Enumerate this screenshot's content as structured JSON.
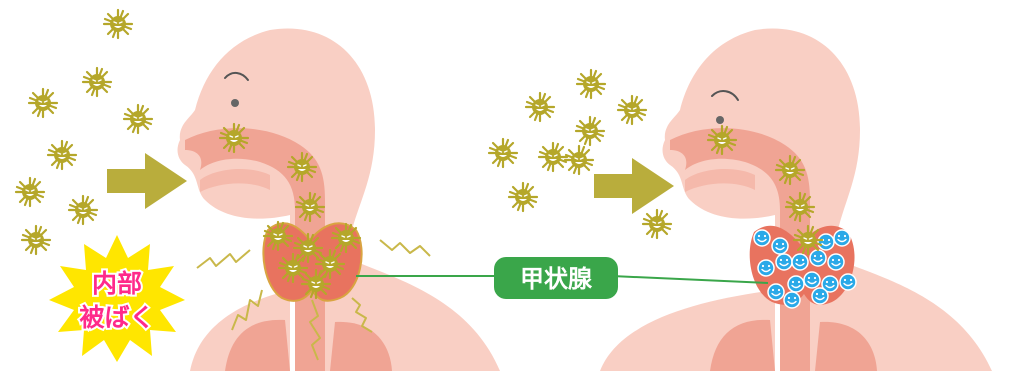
{
  "labels": {
    "thyroid": "甲状腺",
    "burst_line1": "内部",
    "burst_line2": "被ばく"
  },
  "colors": {
    "skin": "#f9cfc4",
    "skin_shade": "#f5b9ab",
    "airway": "#f0a494",
    "thyroid": "#e8735f",
    "thyroid_outline": "#d9a441",
    "germ": "#b5a72a",
    "germ_face": "#ffffff",
    "arrow": "#b9ad3c",
    "zigzag": "#c9b84a",
    "burst_fill": "#ffe600",
    "burst_text": "#ff2a8a",
    "label_bg": "#3aa64a",
    "label_line": "#3aa64a",
    "happy_fill": "#2aa9e8"
  },
  "icons": {
    "particle": "radioactive-germ-icon",
    "protected_cell": "smiley-iodine-icon",
    "inflow_arrow": "right-arrow-icon"
  }
}
